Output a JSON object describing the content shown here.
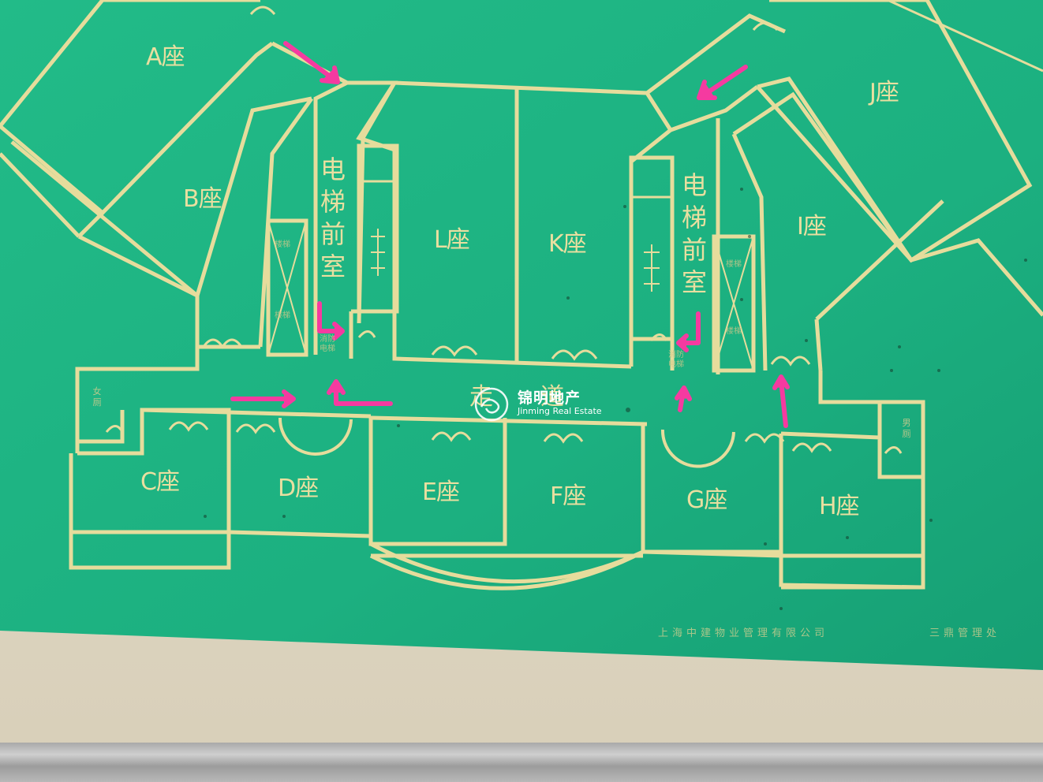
{
  "colors": {
    "board": "#1fb584",
    "board_dark": "#17a176",
    "line": "#e6dc9c",
    "arrow": "#f53aa0",
    "wall": "#e0d9c5"
  },
  "rooms": {
    "a": "A座",
    "b": "B座",
    "c": "C座",
    "d": "D座",
    "e": "E座",
    "f": "F座",
    "g": "G座",
    "h": "H座",
    "i": "I座",
    "j": "J座",
    "k": "K座",
    "l": "L座"
  },
  "lobby": {
    "left": "电梯前室",
    "right": "电梯前室"
  },
  "corridor": "走道",
  "restrooms": {
    "women": "女厕",
    "men": "男厕"
  },
  "freight_elevator": {
    "left": "消防电梯",
    "right": "消防电梯"
  },
  "stairs": {
    "left_1": "楼梯",
    "left_2": "楼梯",
    "right_1": "楼梯",
    "right_2": "楼梯"
  },
  "footer": {
    "company": "上海中建物业管理有限公司",
    "office": "三鼎管理处"
  },
  "watermark": {
    "cn": "锦明地产",
    "en": "Jinming Real Estate",
    "icon": "jinming-logo-icon"
  },
  "icons": {
    "evacuation_arrows": "evacuation-arrow-icon",
    "door": "door-swing-icon"
  }
}
